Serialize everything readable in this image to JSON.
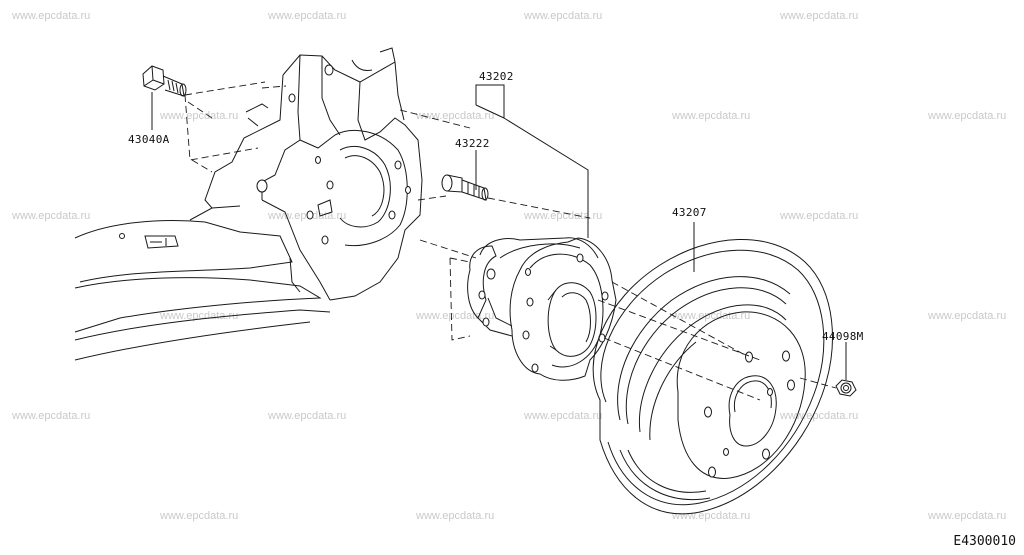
{
  "watermark_text": "www.epcdata.ru",
  "part_labels": {
    "bolt": "43040A",
    "hub_assembly": "43202",
    "hub_bolt": "43222",
    "brake_disc": "43207",
    "nut": "44098M"
  },
  "illustration_code": "E4300010"
}
